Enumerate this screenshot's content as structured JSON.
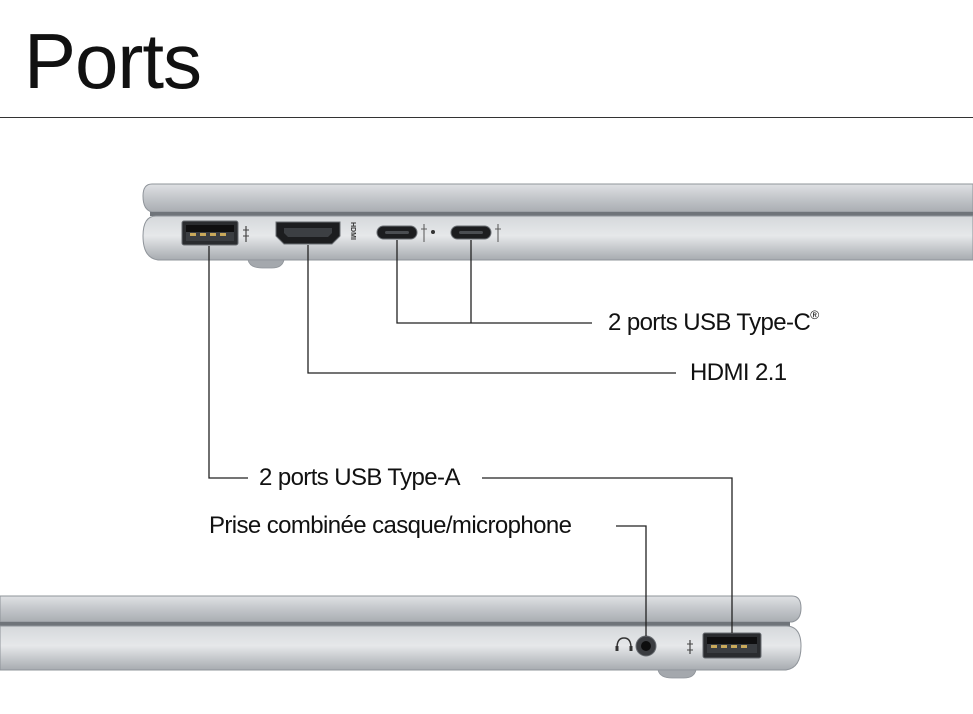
{
  "page": {
    "title": "Ports"
  },
  "labels": {
    "usb_c": "2 ports USB Type-C",
    "usb_c_mark": "®",
    "hdmi": "HDMI 2.1",
    "usb_a": "2 ports USB Type-A",
    "audio": "Prise combinée casque/microphone"
  },
  "icons": {
    "hdmi_marking": "HDMI"
  },
  "colors": {
    "chassis": "#c9ccd0",
    "chassis_dark": "#8f949a",
    "port": "#1a1a1a",
    "leader": "#222222"
  }
}
